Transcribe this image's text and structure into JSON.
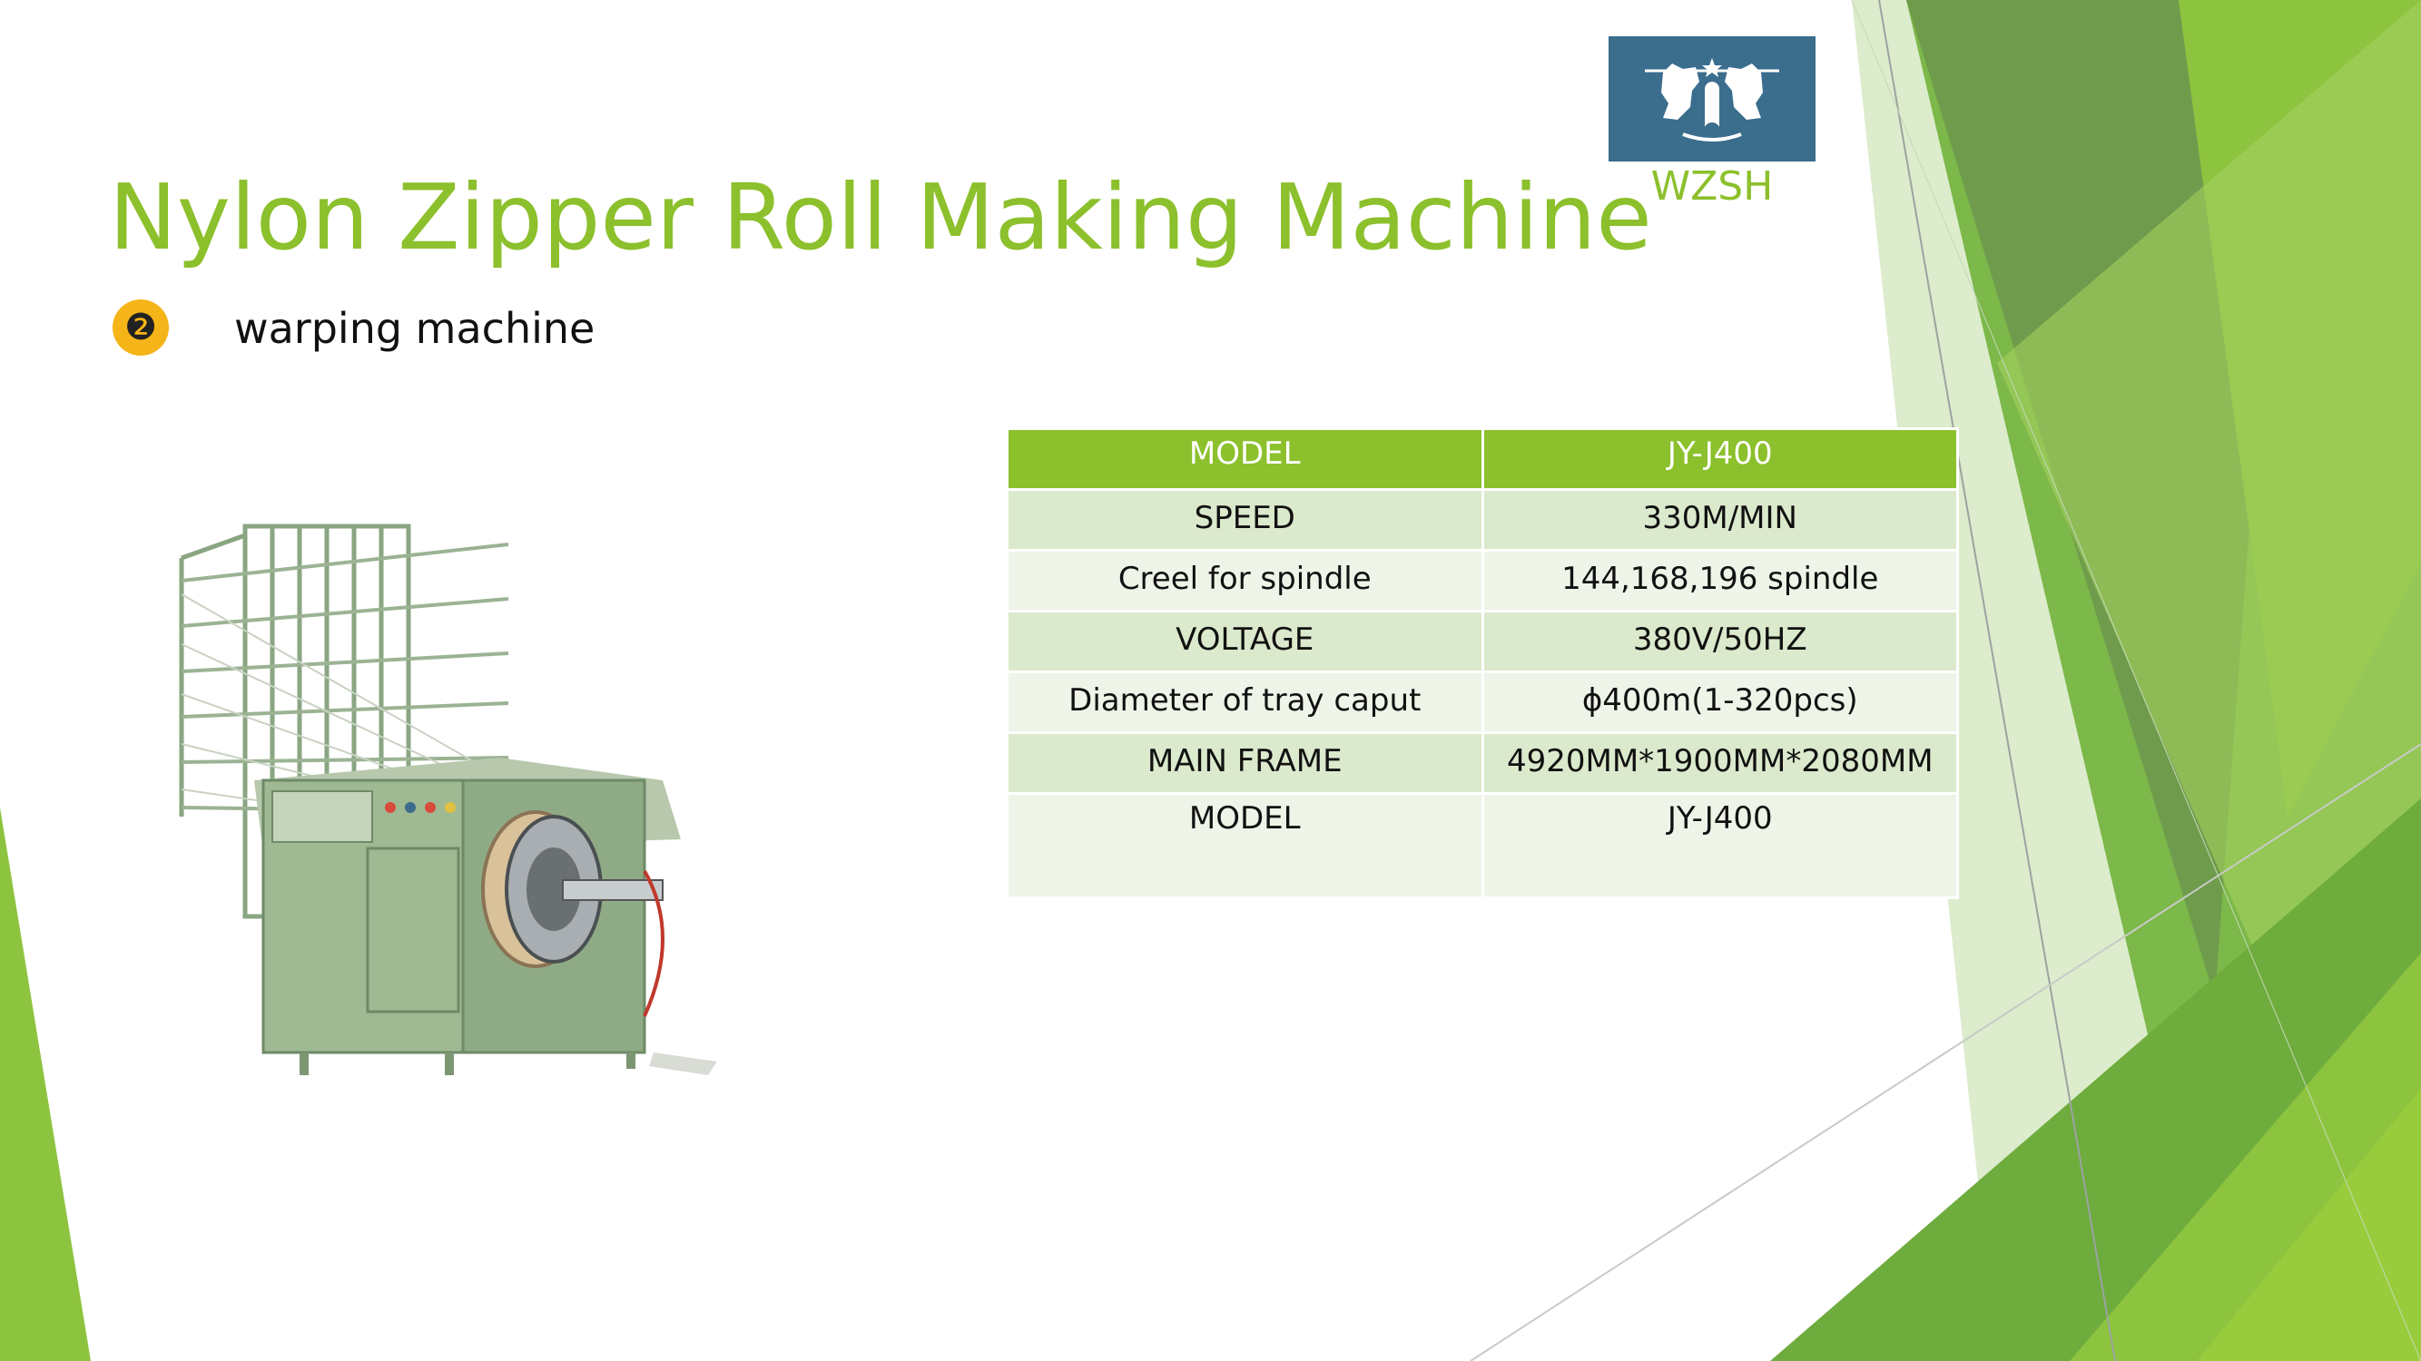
{
  "slide": {
    "title": "Nylon Zipper Roll Making Machine",
    "bullet_number": "❷",
    "bullet_text": "warping machine"
  },
  "logo": {
    "text": "WZSH",
    "box_color": "#3b6d8d",
    "text_color": "#8cc02c"
  },
  "colors": {
    "accent_green": "#8cc02c",
    "row_dark": "#dbe9cc",
    "row_light": "#eef4e8",
    "bullet_yellow": "#f5b417"
  },
  "spec_table": {
    "header": [
      "MODEL",
      "JY-J400"
    ],
    "rows": [
      [
        "SPEED",
        "330M/MIN"
      ],
      [
        "Creel for spindle",
        "144,168,196 spindle"
      ],
      [
        "VOLTAGE",
        "380V/50HZ"
      ],
      [
        "Diameter of tray caput",
        "ϕ400m(1-320pcs)"
      ],
      [
        "MAIN FRAME",
        "4920MM*1900MM*2080MM"
      ],
      [
        "MODEL",
        "JY-J400"
      ]
    ]
  }
}
